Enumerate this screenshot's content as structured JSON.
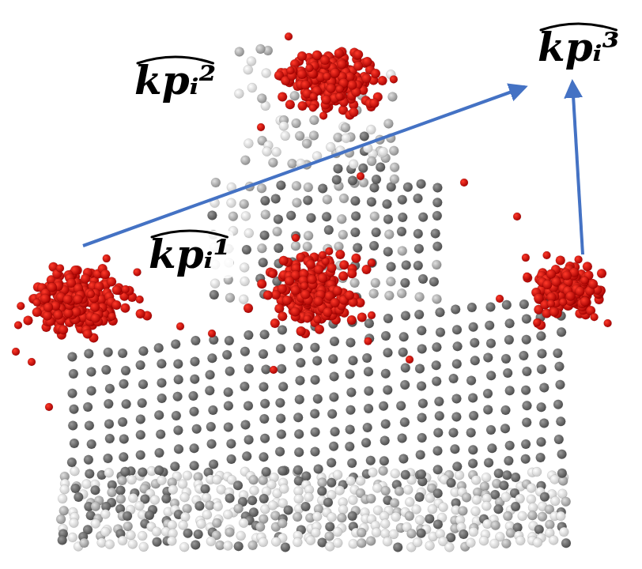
{
  "diagram": {
    "labels": [
      "kpᵢ²",
      "kpᵢ³",
      "kpᵢ¹"
    ]
  }
}
